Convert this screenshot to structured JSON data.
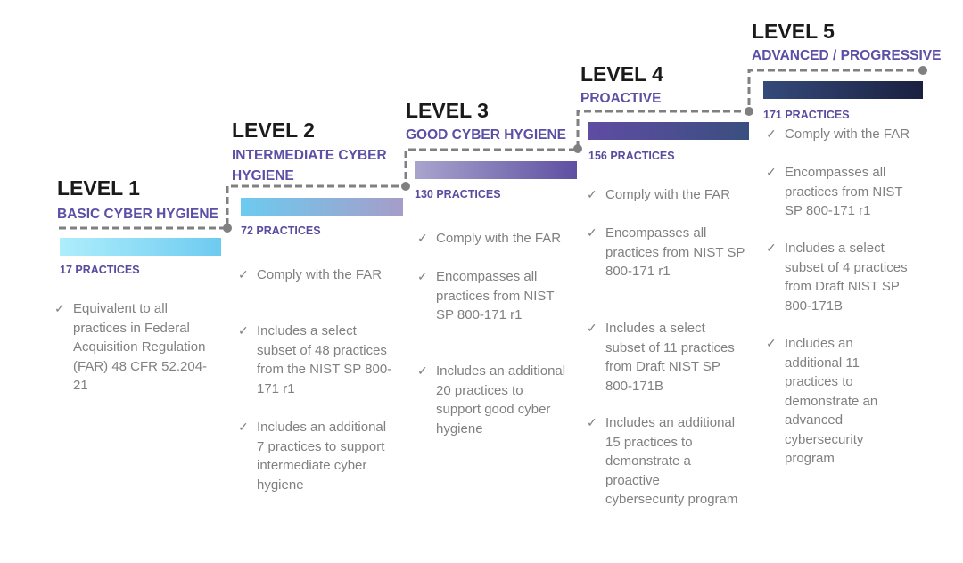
{
  "levels": [
    {
      "title": "LEVEL 1",
      "subtitle": "BASIC CYBER HYGIENE",
      "practices": "17 PRACTICES",
      "gradient": [
        "#aeeefc",
        "#6dcbf0"
      ],
      "bullets": [
        "Equivalent to all\npractices in Federal\nAcquisition Regulation\n(FAR) 48 CFR 52.204-\n21"
      ]
    },
    {
      "title": "LEVEL 2",
      "subtitle": "INTERMEDIATE CYBER\nHYGIENE",
      "practices": "72 PRACTICES",
      "gradient": [
        "#6ccbf0",
        "#a59dc8"
      ],
      "bullets": [
        "Comply with the FAR",
        "Includes a select\nsubset of 48 practices\nfrom the NIST SP 800-\n171 r1",
        "Includes an additional\n7 practices to support\nintermediate cyber\nhygiene"
      ]
    },
    {
      "title": "LEVEL 3",
      "subtitle": "GOOD CYBER HYGIENE",
      "practices": "130 PRACTICES",
      "gradient": [
        "#a8a5cd",
        "#5e4fa2"
      ],
      "bullets": [
        "Comply with the FAR",
        "Encompasses all\npractices from NIST\nSP 800-171 r1",
        "Includes an additional\n20 practices to\nsupport good cyber\nhygiene"
      ]
    },
    {
      "title": "LEVEL 4",
      "subtitle": "PROACTIVE",
      "practices": "156 PRACTICES",
      "gradient": [
        "#5f4ca3",
        "#3a4f7f"
      ],
      "bullets": [
        "Comply with the FAR",
        "Encompasses all\npractices from NIST SP\n800-171 r1",
        "Includes a select\nsubset of 11 practices\nfrom Draft NIST SP\n800-171B",
        "Includes an additional\n15 practices to\ndemonstrate a\nproactive\ncybersecurity program"
      ]
    },
    {
      "title": "LEVEL 5",
      "subtitle": "ADVANCED / PROGRESSIVE",
      "practices": "171 PRACTICES",
      "gradient": [
        "#354a7a",
        "#1a2040"
      ],
      "bullets": [
        "Comply with the FAR",
        "Encompasses all\npractices from NIST\nSP 800-171 r1",
        "Includes a select\nsubset of 4 practices\nfrom Draft NIST SP\n800-171B",
        "Includes an\nadditional 11\npractices to\ndemonstrate an\nadvanced\ncybersecurity\nprogram"
      ]
    }
  ],
  "check_icon": "✓",
  "colors": {
    "connector": "#808080",
    "subtitle": "#5b4fa6",
    "bullet_text": "#808080"
  }
}
